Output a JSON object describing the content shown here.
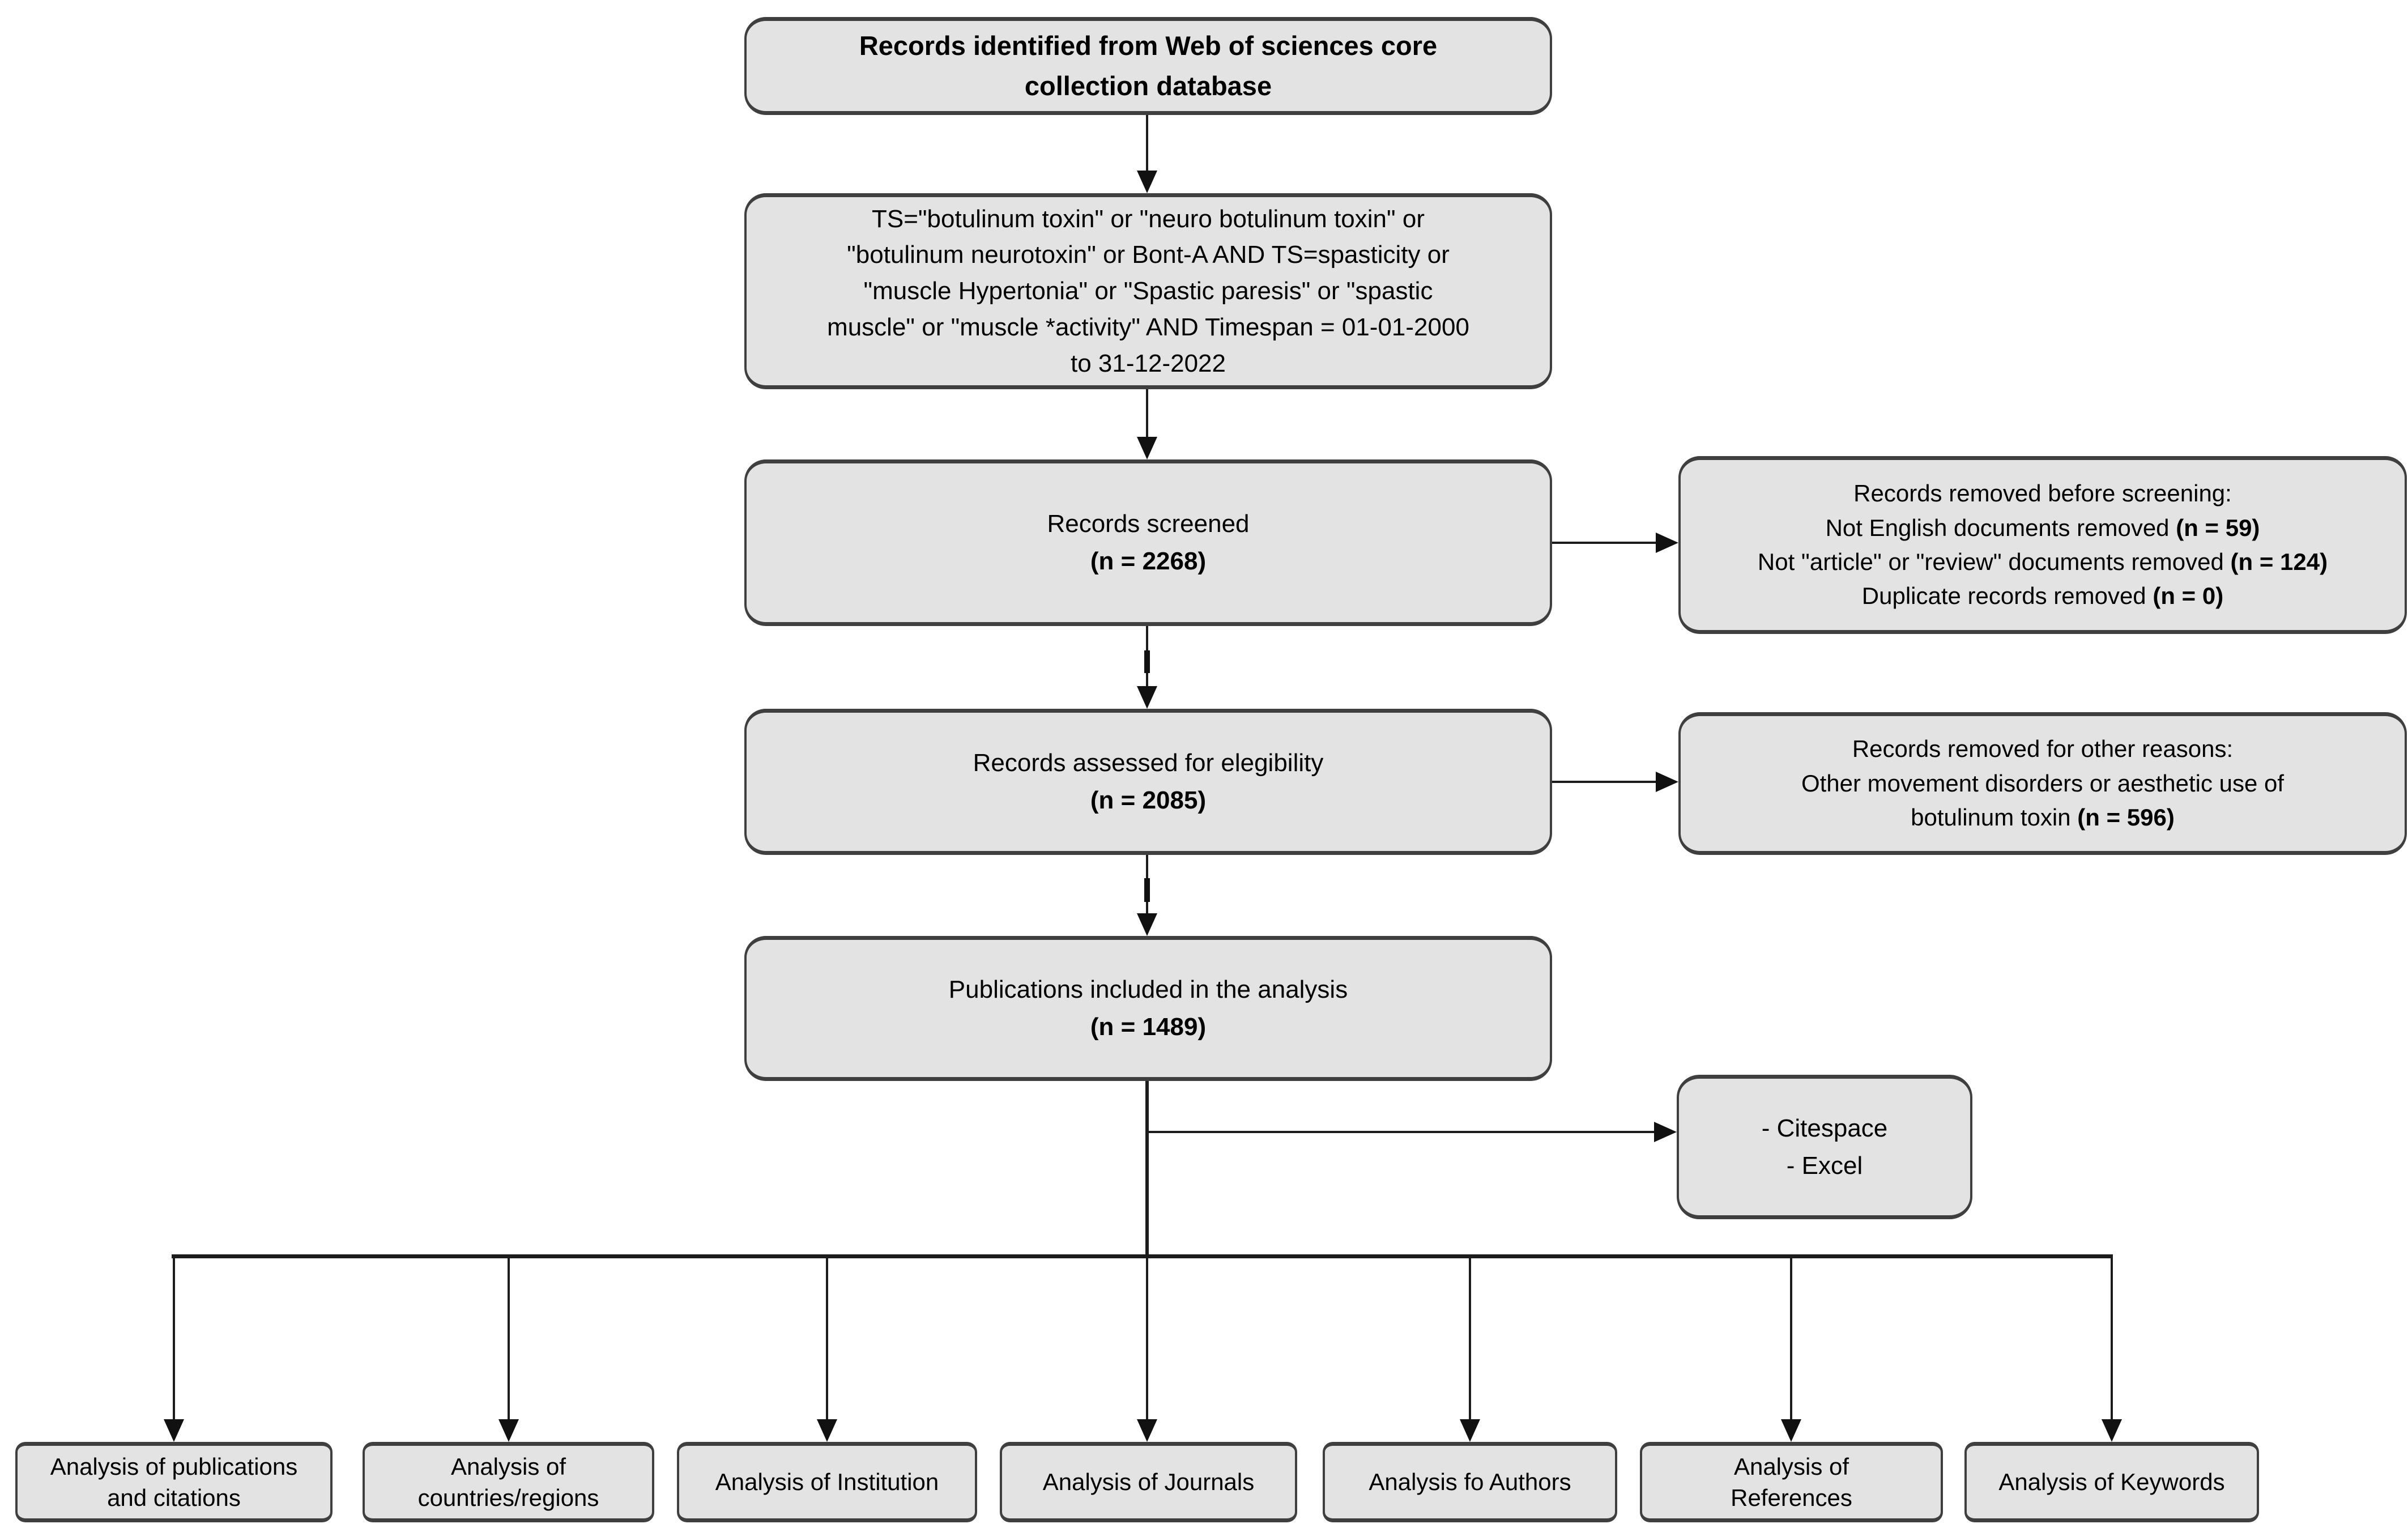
{
  "diagram": {
    "top_box": {
      "lines": [
        "Records identified from Web of sciences core",
        "collection database"
      ]
    },
    "query_box": {
      "lines": [
        "TS=\"botulinum toxin\" or \"neuro botulinum toxin\" or",
        "\"botulinum neurotoxin\" or Bont-A AND TS=spasticity or",
        "\"muscle Hypertonia\" or \"Spastic paresis\" or \"spastic",
        "muscle\" or \"muscle *activity\" AND Timespan = 01-01-2000",
        "to 31-12-2022"
      ]
    },
    "screened_box": {
      "label": "Records screened",
      "count": "(n = 2268)"
    },
    "removed_before_box": {
      "title": "Records removed before screening:",
      "lines": [
        {
          "text": "Not English documents removed ",
          "count": "(n = 59)"
        },
        {
          "text": "Not \"article\" or \"review\" documents removed ",
          "count": "(n = 124)"
        },
        {
          "text": "Duplicate records removed ",
          "count": "(n = 0)"
        }
      ]
    },
    "assessed_box": {
      "label": "Records assessed for elegibility",
      "count": "(n = 2085)"
    },
    "removed_other_box": {
      "title": "Records removed for other reasons:",
      "line2": "Other movement disorders or aesthetic use of",
      "line3_text": "botulinum toxin ",
      "line3_count": "(n = 596)"
    },
    "included_box": {
      "label": "Publications included in the analysis",
      "count": "(n = 1489)"
    },
    "tools_box": {
      "lines": [
        "- Citespace",
        "- Excel"
      ]
    },
    "analysis_boxes": [
      {
        "lines": [
          "Analysis of publications",
          "and citations"
        ]
      },
      {
        "lines": [
          "Analysis of",
          "countries/regions"
        ]
      },
      {
        "lines": [
          "Analysis of Institution"
        ]
      },
      {
        "lines": [
          "Analysis of Journals"
        ]
      },
      {
        "lines": [
          "Analysis fo Authors"
        ]
      },
      {
        "lines": [
          "Analysis of",
          "References"
        ]
      },
      {
        "lines": [
          "Analysis of Keywords"
        ]
      }
    ],
    "colors": {
      "box_fill": "#e3e3e3",
      "box_border": "#3f3f3f",
      "connector": "#111111",
      "background": "#ffffff"
    }
  }
}
